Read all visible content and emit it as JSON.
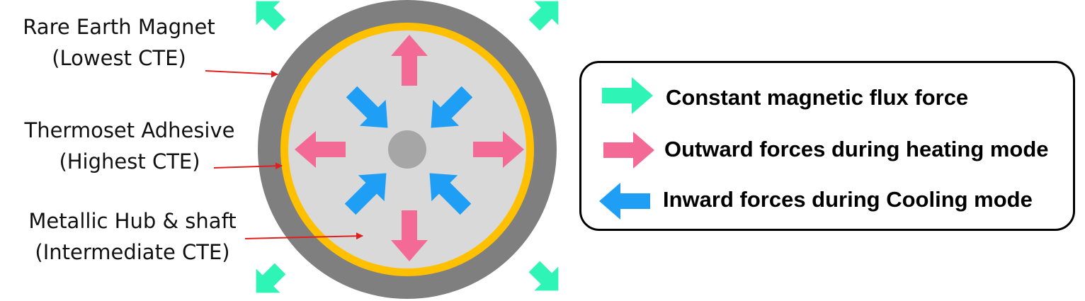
{
  "labels": {
    "magnet": {
      "line1": "Rare Earth Magnet",
      "line2": "(Lowest CTE)"
    },
    "adhesive": {
      "line1": "Thermoset Adhesive",
      "line2": "(Highest CTE)"
    },
    "hub": {
      "line1": "Metallic Hub & shaft",
      "line2": "(Intermediate CTE)"
    }
  },
  "legend": {
    "items": [
      {
        "text": "Constant magnetic flux force",
        "color": "#2EF5B5",
        "icon": "arrow-right-icon"
      },
      {
        "text": "Outward forces during heating mode",
        "color": "#F46A96",
        "icon": "arrow-right-icon"
      },
      {
        "text": "Inward forces during Cooling mode",
        "color": "#1E9EF5",
        "icon": "arrow-left-icon"
      }
    ]
  },
  "colors": {
    "magnet_ring": "#7F7F7F",
    "adhesive_ring": "#FFC000",
    "hub": "#D9D9D9",
    "shaft": "#A6A6A6",
    "pointer_arrow": "#E02020",
    "flux_arrow": "#2EF5B5",
    "heating_arrow": "#F46A96",
    "cooling_arrow": "#1E9EF5"
  }
}
